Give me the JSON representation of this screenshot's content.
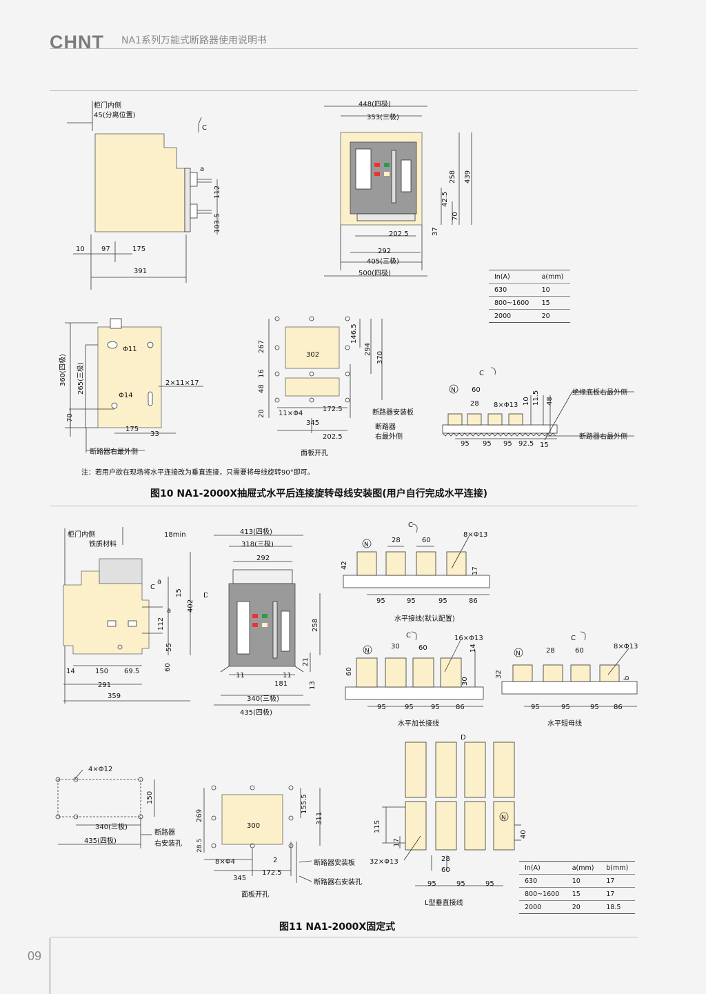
{
  "header": {
    "brand": "CHNT",
    "title": "NA1系列万能式断路器使用说明书"
  },
  "page_number": "09",
  "colors": {
    "beige": "#fbf0c9",
    "gray_panel": "#9a9a9a",
    "red": "#e33",
    "green": "#2a9d4a"
  },
  "fig10": {
    "side": {
      "cabinet_door": "柜门内侧",
      "position": "45(分离位置)",
      "c": "C",
      "a": "a",
      "d112": "112",
      "d103": "103.5",
      "d10": "10",
      "d97": "97",
      "d175": "175",
      "d391": "391"
    },
    "front": {
      "w448": "448(四极)",
      "w353": "353(三极)",
      "h258": "258",
      "h439": "439",
      "h42": "42.5",
      "h70": "70",
      "h37": "37",
      "w202": "202.5",
      "w292": "292",
      "w405": "405(三极)",
      "w500": "500(四极)"
    },
    "table": {
      "headers": [
        "In(A)",
        "a(mm)"
      ],
      "rows": [
        [
          "630",
          "10"
        ],
        [
          "800~1600",
          "15"
        ],
        [
          "2000",
          "20"
        ]
      ]
    },
    "mount": {
      "phi11": "Φ11",
      "phi14": "Φ14",
      "slot": "2×11×17",
      "h360": "360(四极)",
      "h265": "265(三极)",
      "d70": "70",
      "d175": "175",
      "d33": "33",
      "edge": "断路器右最外侧"
    },
    "panel": {
      "d267": "267",
      "d16": "16",
      "d48": "48",
      "d20": "20",
      "d302": "302",
      "d146": "146.5",
      "d294": "294",
      "d370": "370",
      "holes": "11×Φ4",
      "d172": "172.5",
      "d345": "345",
      "d202": "202.5",
      "plate": "断路器安装板",
      "edge1": "断路器",
      "edge2": "右最外侧",
      "label": "面板开孔"
    },
    "bus": {
      "c": "C",
      "n": "N",
      "d60": "60",
      "d28": "28",
      "holes": "8×Φ13",
      "d11": "11.5",
      "d10": "10",
      "d48": "48",
      "d95a": "95",
      "d95b": "95",
      "d95c": "95",
      "d92": "92.5",
      "d15": "15",
      "insul": "绝缘底板右最外侧",
      "edge": "断路器右最外侧"
    },
    "note": "注：若用户欲在现场将水平连接改为垂直连接，只需要将母线旋转90°即可。",
    "caption": "图10 NA1-2000X抽屉式水平后连接旋转母线安装图(用户自行完成水平连接)"
  },
  "fig11": {
    "side": {
      "cabinet_door": "柜门内侧",
      "material": "铁质材料",
      "min": "18min",
      "c": "C",
      "a1": "a",
      "a2": "a",
      "d15": "15",
      "d402": "402",
      "d112": "112",
      "d55": "55",
      "d60": "60",
      "d14": "14",
      "d150": "150",
      "d69": "69.5",
      "d291": "291",
      "d359": "359",
      "d": "D"
    },
    "front": {
      "w413": "413(四极)",
      "w318": "318(三极)",
      "w292": "292",
      "h258": "258",
      "d21": "21",
      "d13": "13",
      "d11a": "11",
      "d11b": "11",
      "d181": "181",
      "w340": "340(三极)",
      "w435": "435(四极)"
    },
    "bus1": {
      "c": "C",
      "n": "N",
      "d28": "28",
      "d60": "60",
      "holes": "8×Φ13",
      "d42": "42",
      "d17": "17",
      "d95a": "95",
      "d95b": "95",
      "d95c": "95",
      "d86": "86",
      "label": "水平接线(默认配置)"
    },
    "bus2": {
      "c": "C",
      "n": "N",
      "d30": "30",
      "d60": "60",
      "holes": "16×Φ13",
      "d14": "14",
      "d60v": "60",
      "d30v": "30",
      "d95a": "95",
      "d95b": "95",
      "d95c": "95",
      "d86": "86",
      "label": "水平加长接线"
    },
    "bus3": {
      "c": "C",
      "n": "N",
      "d28": "28",
      "d60": "60",
      "holes": "8×Φ13",
      "d32": "32",
      "b": "b",
      "d95a": "95",
      "d95b": "95",
      "d95c": "95",
      "d86": "86",
      "label": "水平短母线"
    },
    "mount": {
      "holes": "4×Φ12",
      "d150": "150",
      "w340": "340(三极)",
      "w435": "435(四极)",
      "lab1": "断路器",
      "lab2": "右安装孔"
    },
    "panel": {
      "d269": "269",
      "d28": "28.5",
      "d155": "155.5",
      "d311": "311",
      "d300": "300",
      "holes": "8×Φ4",
      "d2": "2",
      "d172": "172.5",
      "d345": "345",
      "plate": "断路器安装板",
      "hole_label": "断路器右安装孔",
      "label": "面板开孔"
    },
    "vert": {
      "d": "D",
      "n": "N",
      "d115": "115",
      "d17": "17",
      "d40": "40",
      "holes": "32×Φ13",
      "d28": "28",
      "d60": "60",
      "d95a": "95",
      "d95b": "95",
      "d95c": "95",
      "label": "L型垂直接线"
    },
    "table": {
      "headers": [
        "In(A)",
        "a(mm)",
        "b(mm)"
      ],
      "rows": [
        [
          "630",
          "10",
          "17"
        ],
        [
          "800~1600",
          "15",
          "17"
        ],
        [
          "2000",
          "20",
          "18.5"
        ]
      ]
    },
    "caption": "图11 NA1-2000X固定式"
  }
}
